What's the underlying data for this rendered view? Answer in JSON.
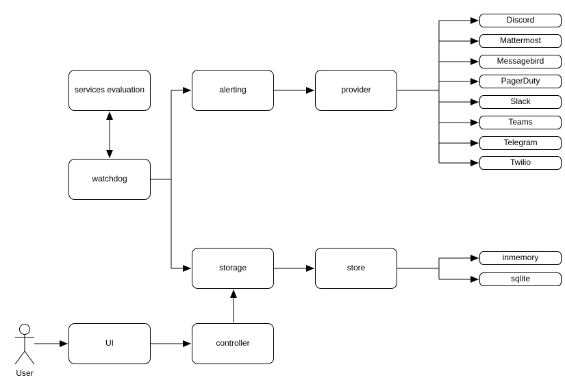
{
  "colors": {
    "stroke": "#000000",
    "box_fill": "#ffffff",
    "text": "#000000",
    "background": "#ffffff"
  },
  "actor": {
    "label": "User"
  },
  "nodes": {
    "services_evaluation": {
      "label": "services evaluation"
    },
    "watchdog": {
      "label": "watchdog"
    },
    "alerting": {
      "label": "alerting"
    },
    "provider": {
      "label": "provider"
    },
    "storage": {
      "label": "storage"
    },
    "store": {
      "label": "store"
    },
    "ui": {
      "label": "UI"
    },
    "controller": {
      "label": "controller"
    }
  },
  "providers": {
    "items": [
      "Discord",
      "Mattermost",
      "Messagebird",
      "PagerDuty",
      "Slack",
      "Teams",
      "Telegram",
      "Twilio"
    ]
  },
  "stores": {
    "items": [
      "inmemory",
      "sqlite"
    ]
  },
  "edges": [
    {
      "from": "watchdog",
      "to": "services evaluation",
      "arrows": "both"
    },
    {
      "from": "watchdog",
      "to": "alerting",
      "arrows": "end"
    },
    {
      "from": "watchdog",
      "to": "storage",
      "arrows": "end"
    },
    {
      "from": "alerting",
      "to": "provider",
      "arrows": "end"
    },
    {
      "from": "provider",
      "to": "Discord",
      "arrows": "end"
    },
    {
      "from": "provider",
      "to": "Mattermost",
      "arrows": "end"
    },
    {
      "from": "provider",
      "to": "Messagebird",
      "arrows": "end"
    },
    {
      "from": "provider",
      "to": "PagerDuty",
      "arrows": "end"
    },
    {
      "from": "provider",
      "to": "Slack",
      "arrows": "end"
    },
    {
      "from": "provider",
      "to": "Teams",
      "arrows": "end"
    },
    {
      "from": "provider",
      "to": "Telegram",
      "arrows": "end"
    },
    {
      "from": "provider",
      "to": "Twilio",
      "arrows": "end"
    },
    {
      "from": "storage",
      "to": "store",
      "arrows": "end"
    },
    {
      "from": "store",
      "to": "inmemory",
      "arrows": "end"
    },
    {
      "from": "store",
      "to": "sqlite",
      "arrows": "end"
    },
    {
      "from": "controller",
      "to": "storage",
      "arrows": "end"
    },
    {
      "from": "UI",
      "to": "controller",
      "arrows": "end"
    },
    {
      "from": "User",
      "to": "UI",
      "arrows": "end"
    }
  ]
}
